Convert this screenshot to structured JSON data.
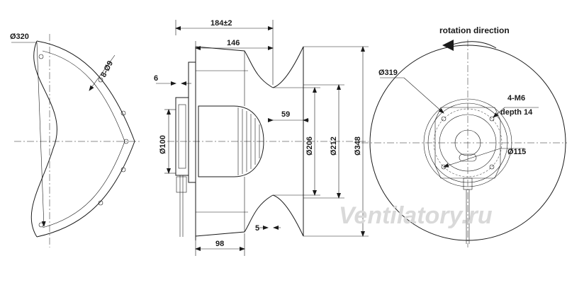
{
  "left_view": {
    "dia_outer": "Ø320",
    "holes": "8-Ø9"
  },
  "side_view": {
    "dim_overall": "184±2",
    "dim_146": "146",
    "dim_6": "6",
    "dim_59": "59",
    "dim_98": "98",
    "dim_5": "5",
    "dia_100": "Ø100",
    "dia_206": "Ø206",
    "dia_212": "Ø212",
    "dia_348": "Ø348"
  },
  "front_view": {
    "rotation_label": "rotation direction",
    "dia_319": "Ø319",
    "thread": "4-M6",
    "depth": "depth 14",
    "dia_115": "Ø115"
  },
  "watermark": "Ventilatory.ru"
}
